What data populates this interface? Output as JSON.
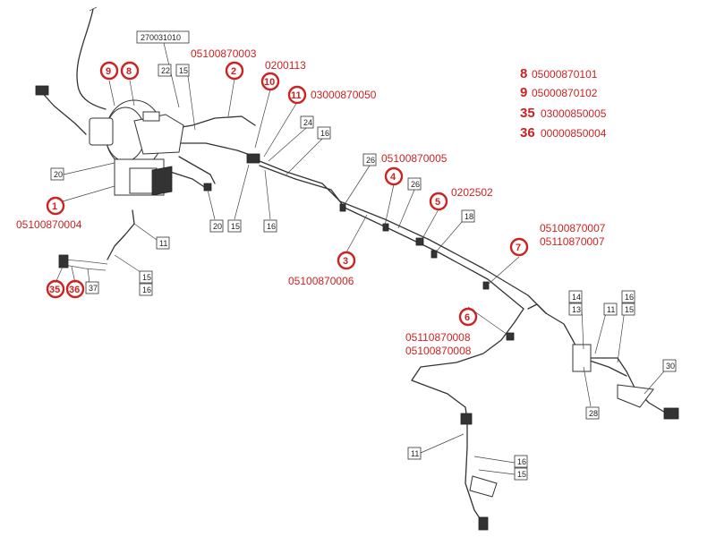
{
  "main_box": "270031010",
  "callouts": [
    {
      "key": "c9",
      "num": "9"
    },
    {
      "key": "c8",
      "num": "8"
    },
    {
      "key": "c2",
      "num": "2"
    },
    {
      "key": "c10",
      "num": "10"
    },
    {
      "key": "c11",
      "num": "11"
    },
    {
      "key": "c1",
      "num": "1"
    },
    {
      "key": "c35",
      "num": "35"
    },
    {
      "key": "c36",
      "num": "36"
    },
    {
      "key": "c4",
      "num": "4"
    },
    {
      "key": "c5",
      "num": "5"
    },
    {
      "key": "c3",
      "num": "3"
    },
    {
      "key": "c7",
      "num": "7"
    },
    {
      "key": "c6",
      "num": "6"
    }
  ],
  "codes": {
    "code_2": "05100870003",
    "code_10": "0200113",
    "code_11": "03000870050",
    "code_1": "05100870004",
    "code_4": "05100870005",
    "code_5": "0202502",
    "code_3": "05100870006",
    "code_7a": "05100870007",
    "code_7b": "05110870007",
    "code_6a": "05110870008",
    "code_6b": "05100870008"
  },
  "legend": [
    {
      "num": "8",
      "code": "05000870101"
    },
    {
      "num": "9",
      "code": "05000870102"
    },
    {
      "num": "35",
      "code": "03000850005"
    },
    {
      "num": "36",
      "code": "00000850004"
    }
  ],
  "labels": {
    "b22": "22",
    "b15a": "15",
    "b24": "24",
    "b16a": "16",
    "b26a": "26",
    "b26b": "26",
    "b18": "18",
    "b20a": "20",
    "b20b": "20",
    "b15b": "15",
    "b16b": "16",
    "b11a": "11",
    "b15c": "15",
    "b16c": "16",
    "b37": "37",
    "b14": "14",
    "b13": "13",
    "b11b": "11",
    "b16d": "16",
    "b15d": "15",
    "b30": "30",
    "b28": "28",
    "b11c": "11",
    "b16e": "16",
    "b15e": "15"
  }
}
